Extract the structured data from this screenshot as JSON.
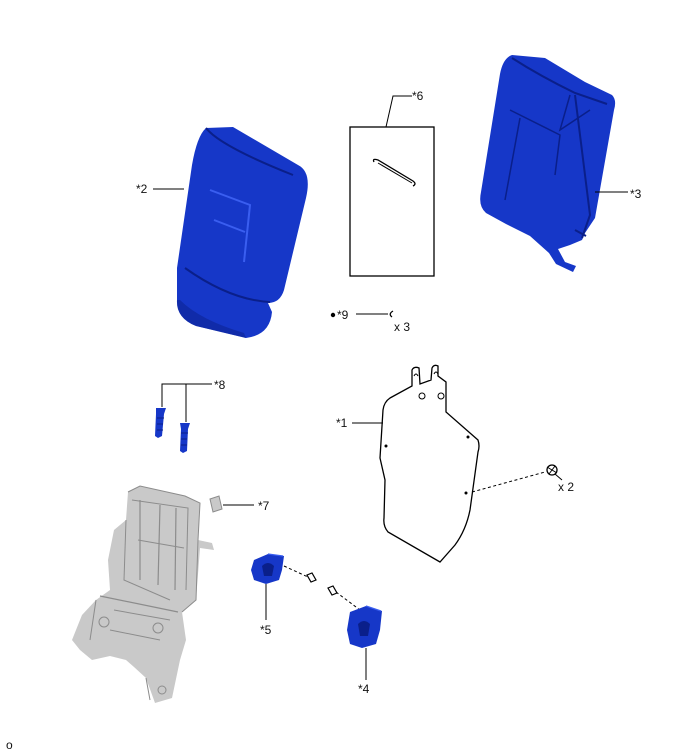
{
  "colors": {
    "part_blue": "#1637c8",
    "part_blue_dark": "#0a1f8a",
    "part_blue_light": "#3a5ef0",
    "line": "#000000",
    "frame_gray": "#c9c9c9",
    "frame_edge": "#8c8c8c"
  },
  "callouts": {
    "c1": "*1",
    "c2": "*2",
    "c3": "*3",
    "c4": "*4",
    "c5": "*5",
    "c6": "*6",
    "c7": "*7",
    "c8": "*8",
    "c9": "*9"
  },
  "quantities": {
    "q9": "x 3",
    "qscrew": "x 2"
  },
  "corner_mark": "o"
}
